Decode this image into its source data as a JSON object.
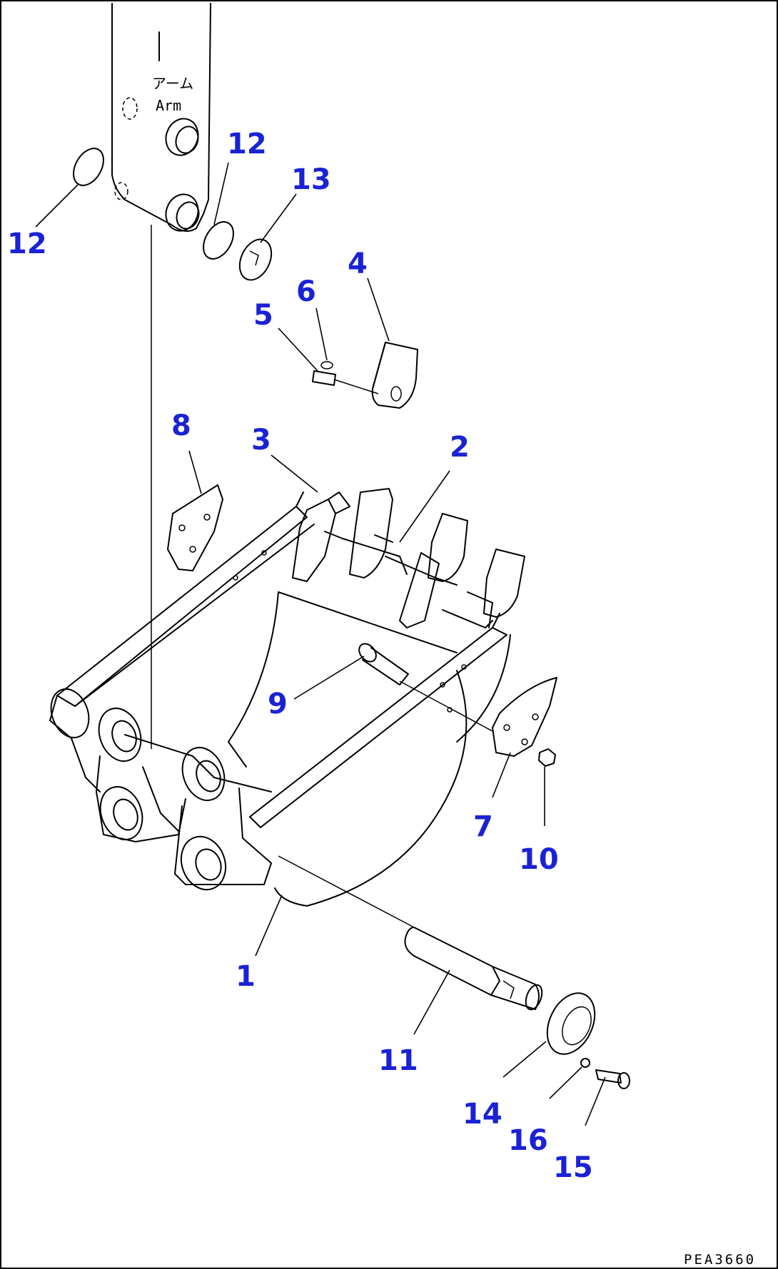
{
  "arm_label": {
    "japanese": "アーム",
    "english": "Arm"
  },
  "drawing_code": "PEA3660",
  "callouts": {
    "c1": "1",
    "c2": "2",
    "c3": "3",
    "c4": "4",
    "c5": "5",
    "c6": "6",
    "c7": "7",
    "c8": "8",
    "c9": "9",
    "c10": "10",
    "c11": "11",
    "c12a": "12",
    "c12b": "12",
    "c13": "13",
    "c14": "14",
    "c15": "15",
    "c16": "16"
  },
  "colors": {
    "callout": "#1a22d6",
    "line": "#000000",
    "background": "#ffffff"
  }
}
